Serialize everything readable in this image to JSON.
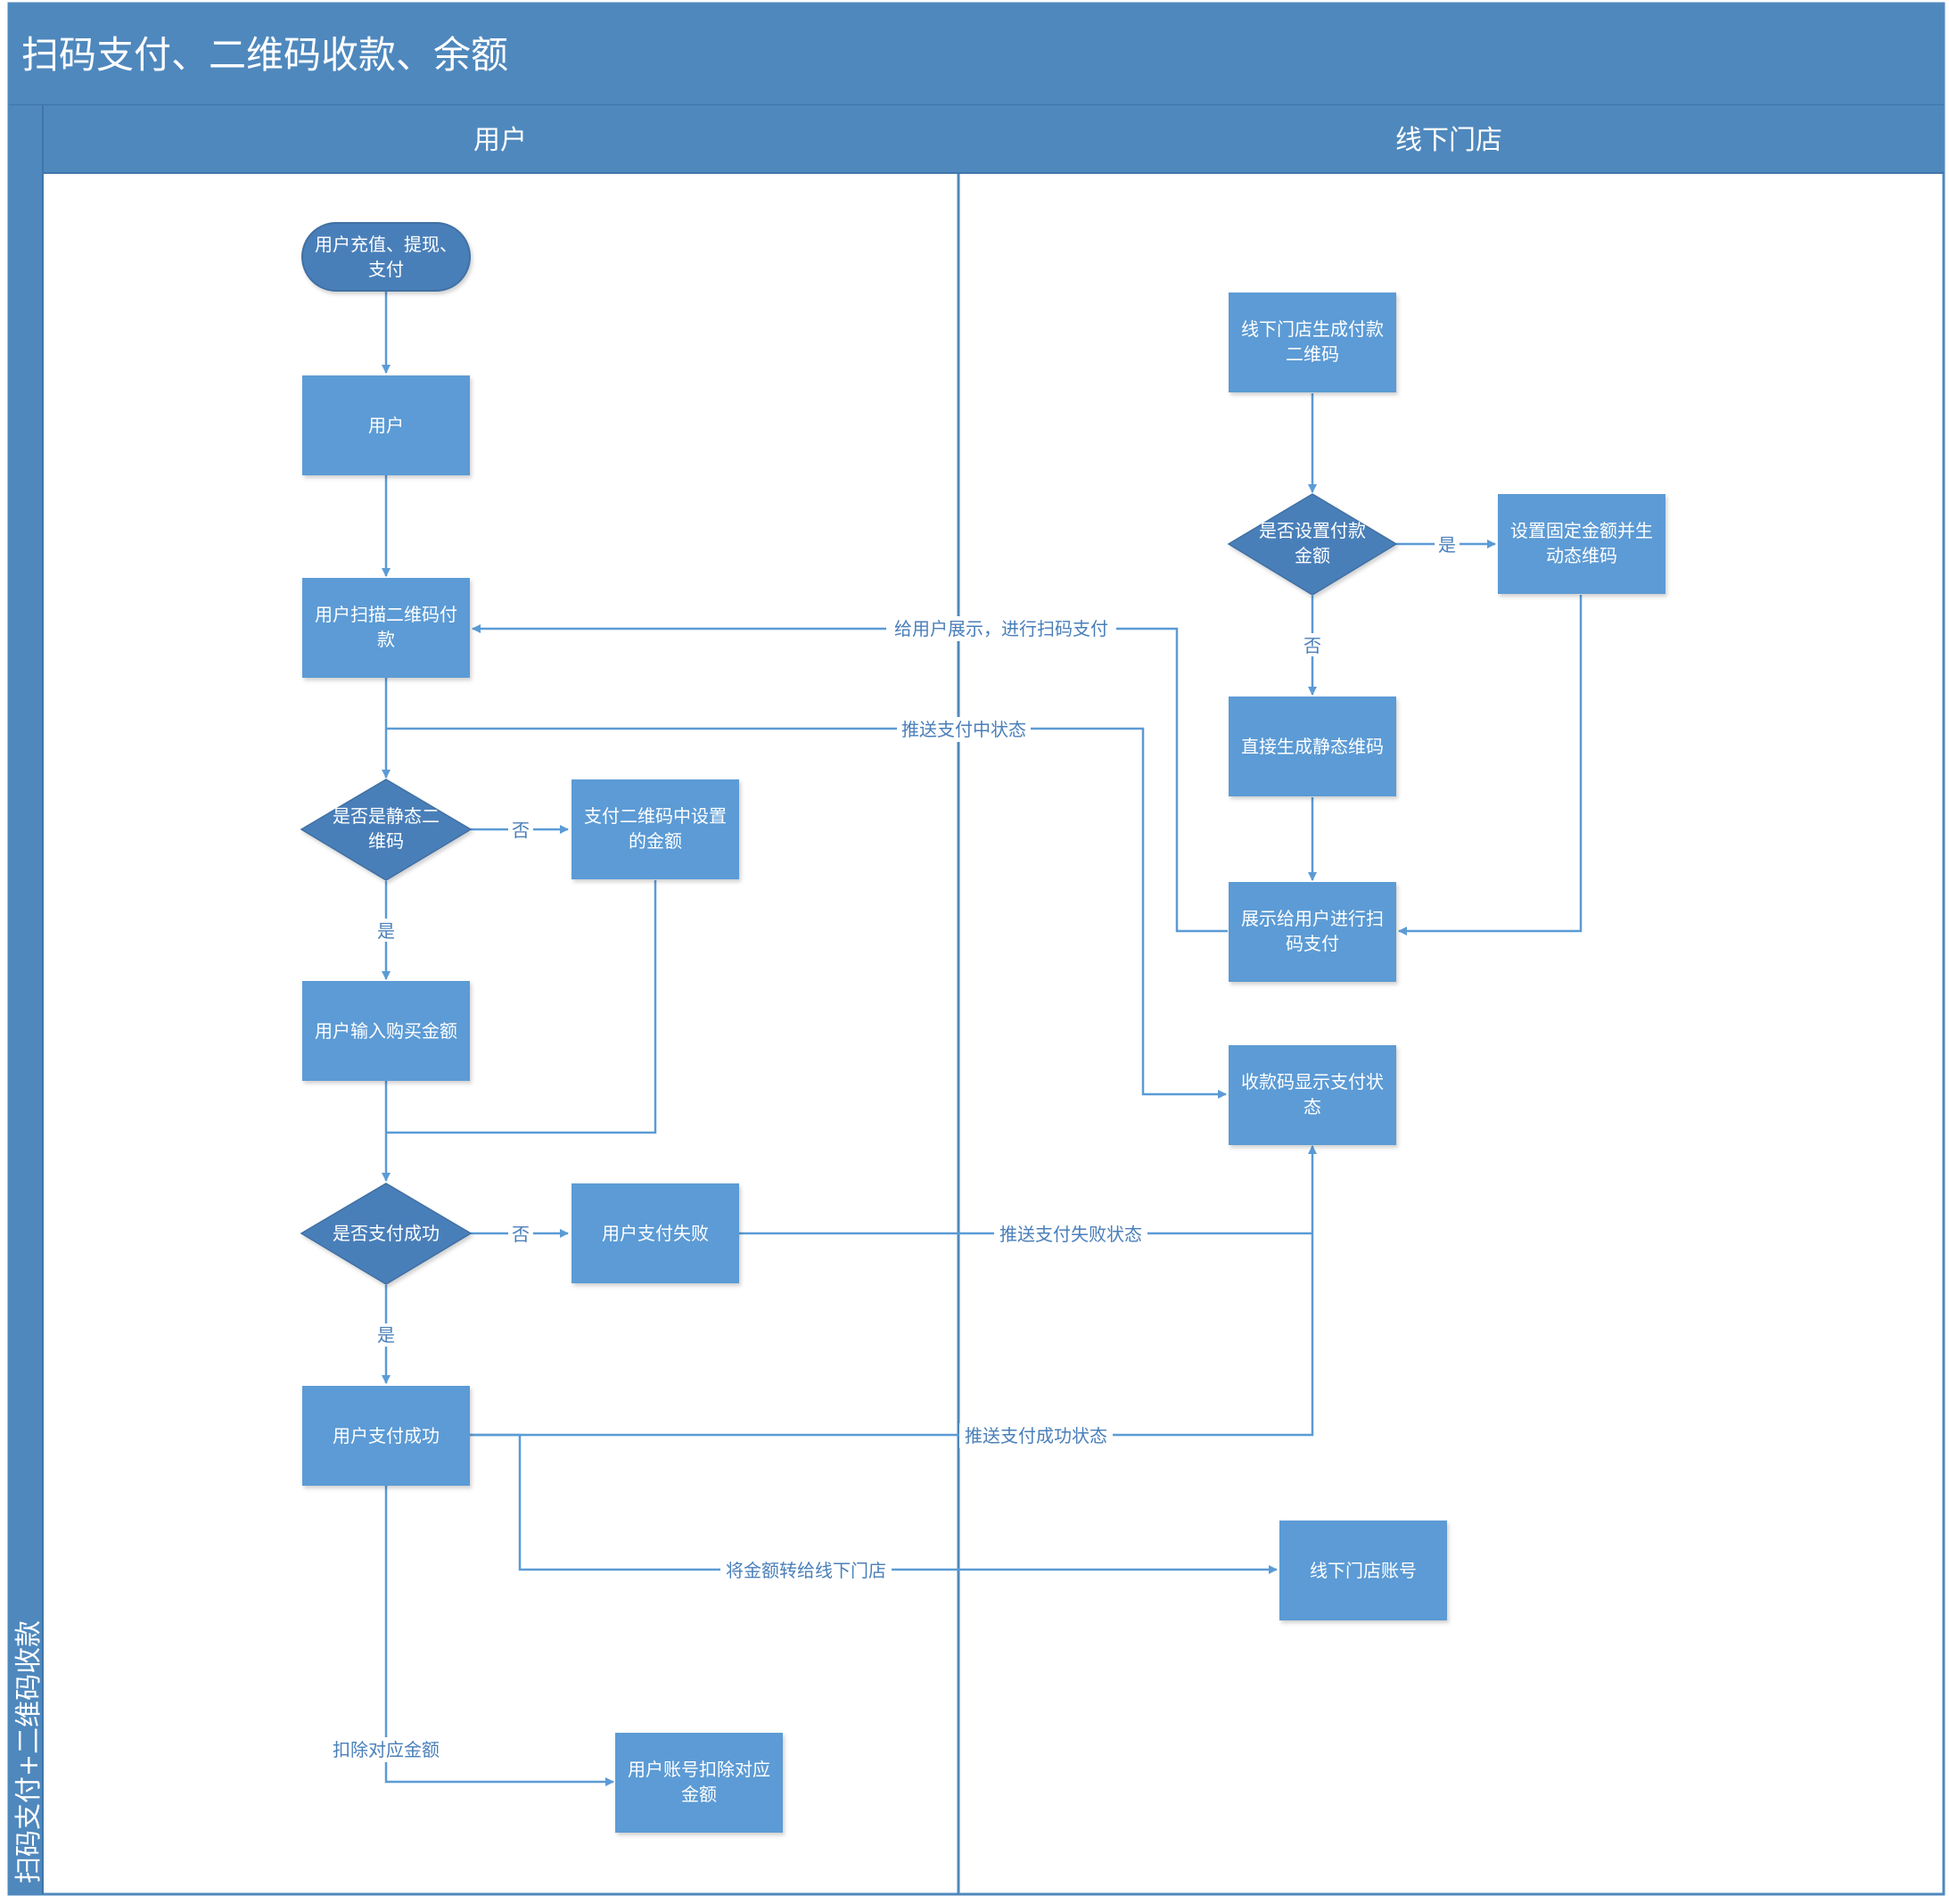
{
  "title": "扫码支付、二维码收款、余额",
  "pool_label": "扫码支付+二维码收款",
  "lanes": {
    "user": "用户",
    "store": "线下门店"
  },
  "nodes": {
    "start": [
      "用户充值、提现、",
      "支付"
    ],
    "user": [
      "用户"
    ],
    "scan_pay": [
      "用户扫描二维码付",
      "款"
    ],
    "is_static": [
      "是否是静态二",
      "维码"
    ],
    "qr_amount": [
      "支付二维码中设置",
      "的金额"
    ],
    "input_amount": [
      "用户输入购买金额"
    ],
    "pay_success_q": [
      "是否支付成功"
    ],
    "pay_fail": [
      "用户支付失败"
    ],
    "pay_success": [
      "用户支付成功"
    ],
    "deduct_box": [
      "用户账号扣除对应",
      "金额"
    ],
    "gen_qr": [
      "线下门店生成付款",
      "二维码"
    ],
    "set_amount_q": [
      "是否设置付款",
      "金额"
    ],
    "fixed_dynamic": [
      "设置固定金额并生",
      "动态维码"
    ],
    "static_qr": [
      "直接生成静态维码"
    ],
    "show_user": [
      "展示给用户进行扫",
      "码支付"
    ],
    "show_status": [
      "收款码显示支付状",
      "态"
    ],
    "store_account": [
      "线下门店账号"
    ]
  },
  "edge_labels": {
    "show_to_user": "给用户展示，进行扫码支付",
    "push_paying": "推送支付中状态",
    "no_1": "否",
    "yes_1": "是",
    "no_2": "否",
    "yes_2": "是",
    "push_fail": "推送支付失败状态",
    "push_success": "推送支付成功状态",
    "transfer": "将金额转给线下门店",
    "deduct": "扣除对应金额",
    "yes_store": "是",
    "no_store": "否"
  },
  "colors": {
    "header": "#4f88bd",
    "process": "#5b9bd5",
    "decision": "#4a7fb9",
    "line": "#5b9bd5",
    "label": "#4a7fb9"
  }
}
